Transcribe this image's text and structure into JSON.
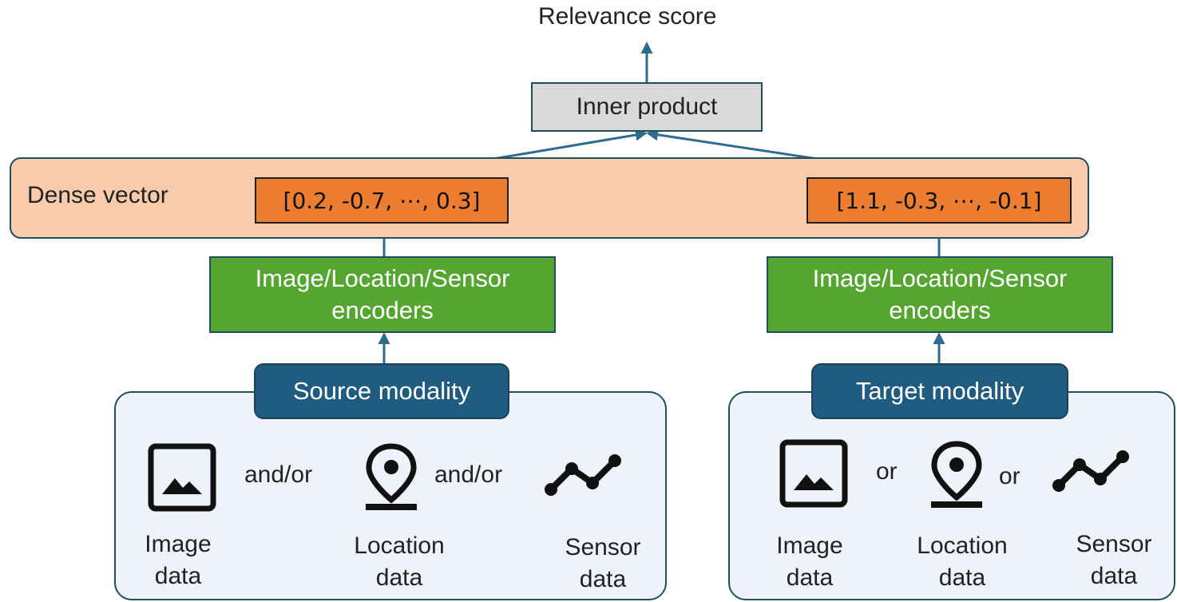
{
  "output": {
    "title": "Relevance score"
  },
  "combiner": {
    "label": "Inner product"
  },
  "dense": {
    "label": "Dense vector",
    "source_vector": "[0.2, -0.7, ⋯, 0.3]",
    "target_vector": "[1.1, -0.3, ⋯, -0.1]"
  },
  "encoders": {
    "source": {
      "line1": "Image/Location/Sensor",
      "line2": "encoders"
    },
    "target": {
      "line1": "Image/Location/Sensor",
      "line2": "encoders"
    }
  },
  "source": {
    "header": "Source modality",
    "conn1": "and/or",
    "conn2": "and/or",
    "items": [
      {
        "icon": "image-icon",
        "line1": "Image",
        "line2": "data"
      },
      {
        "icon": "location-pin-icon",
        "line1": "Location",
        "line2": "data"
      },
      {
        "icon": "sensor-line-icon",
        "line1": "Sensor",
        "line2": "data"
      }
    ]
  },
  "target": {
    "header": "Target modality",
    "conn1": "or",
    "conn2": "or",
    "items": [
      {
        "icon": "image-icon",
        "line1": "Image",
        "line2": "data"
      },
      {
        "icon": "location-pin-icon",
        "line1": "Location",
        "line2": "data"
      },
      {
        "icon": "sensor-line-icon",
        "line1": "Sensor",
        "line2": "data"
      }
    ]
  },
  "colors": {
    "arrow": "#2e6c8e",
    "dense_panel": "#f8cbad",
    "vector_box": "#ed7d31",
    "encoder": "#55a630",
    "modality_header": "#1f5c80",
    "modality_panel": "#eef3f9"
  }
}
